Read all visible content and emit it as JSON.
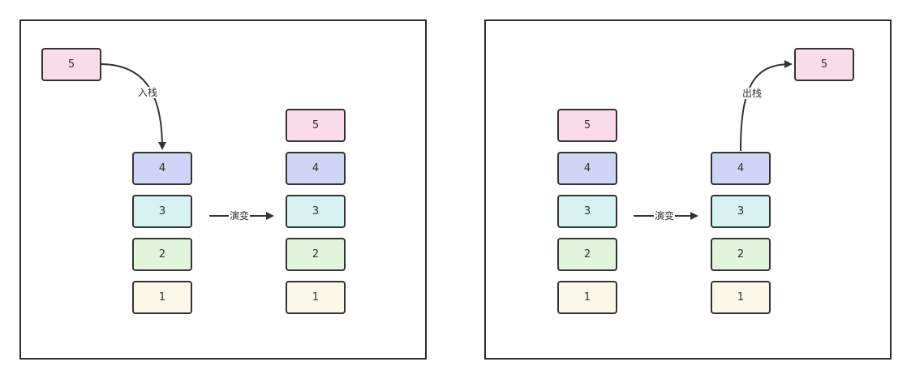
{
  "colors": {
    "5": "#fadbe9",
    "4": "#d0d4f7",
    "3": "#d6f2f2",
    "2": "#e0f5d9",
    "1": "#fcf8e8",
    "stroke": "#333333"
  },
  "left": {
    "incoming": "5",
    "push_label": "入栈",
    "evolve_label": "演变",
    "before_stack": [
      "4",
      "3",
      "2",
      "1"
    ],
    "after_stack": [
      "5",
      "4",
      "3",
      "2",
      "1"
    ]
  },
  "right": {
    "outgoing": "5",
    "pop_label": "出栈",
    "evolve_label": "演变",
    "before_stack": [
      "5",
      "4",
      "3",
      "2",
      "1"
    ],
    "after_stack": [
      "4",
      "3",
      "2",
      "1"
    ]
  }
}
